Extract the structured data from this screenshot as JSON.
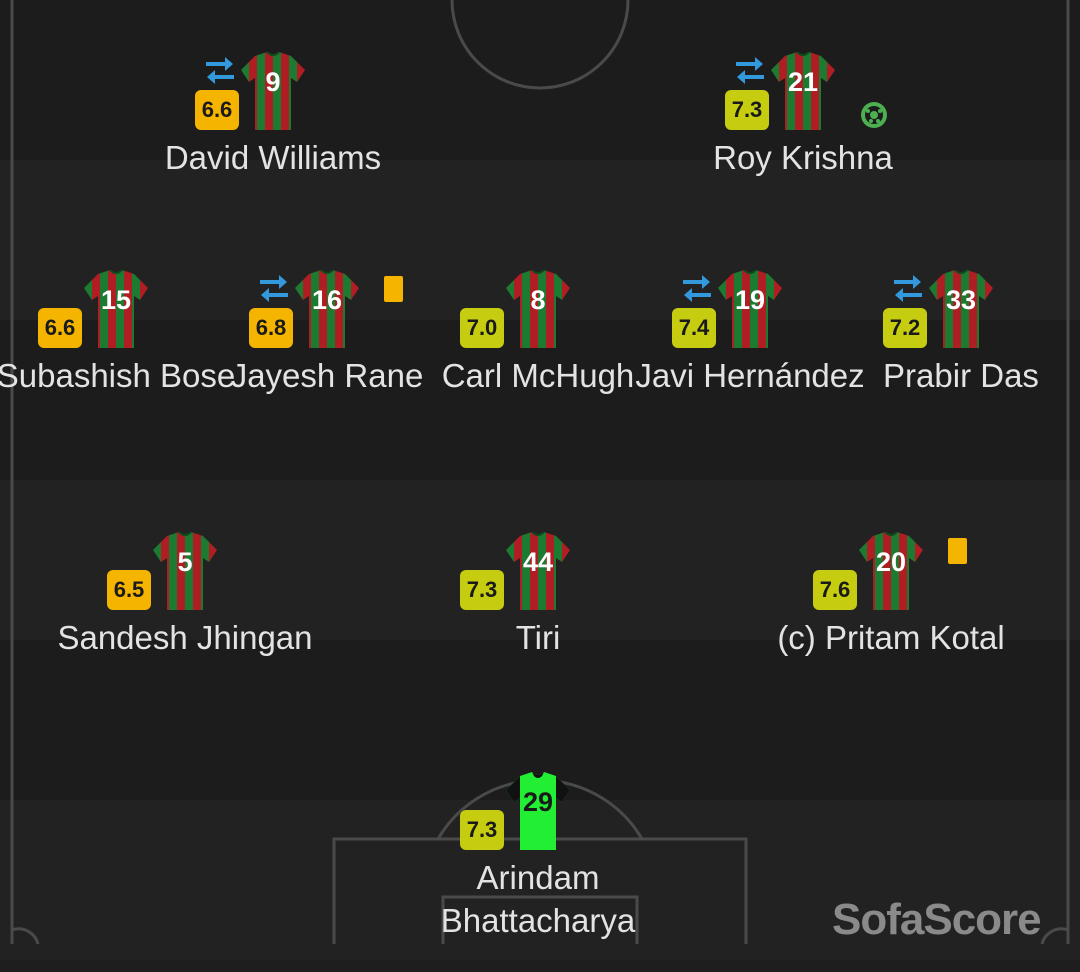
{
  "colors": {
    "rating_green": "#c6cc10",
    "rating_yellow": "#f5b400",
    "shirt_green": "#1d7a31",
    "shirt_red": "#b01e24",
    "gk_green": "#22ee33",
    "sub_icon": "#3399dd",
    "goal_icon": "#4caf50",
    "yellow_card": "#f5b400"
  },
  "players": [
    {
      "name": "David Williams",
      "number": "9",
      "rating": "6.6",
      "rating_color": "yellow",
      "substituted": true,
      "yellow_card": false,
      "goal": false
    },
    {
      "name": "Roy Krishna",
      "number": "21",
      "rating": "7.3",
      "rating_color": "green",
      "substituted": true,
      "yellow_card": false,
      "goal": true
    },
    {
      "name": "Subashish Bose",
      "number": "15",
      "rating": "6.6",
      "rating_color": "yellow",
      "substituted": false,
      "yellow_card": false,
      "goal": false
    },
    {
      "name": "Jayesh Rane",
      "number": "16",
      "rating": "6.8",
      "rating_color": "yellow",
      "substituted": true,
      "yellow_card": true,
      "goal": false
    },
    {
      "name": "Carl McHugh",
      "number": "8",
      "rating": "7.0",
      "rating_color": "green",
      "substituted": false,
      "yellow_card": false,
      "goal": false
    },
    {
      "name": "Javi Hernández",
      "number": "19",
      "rating": "7.4",
      "rating_color": "green",
      "substituted": true,
      "yellow_card": false,
      "goal": false
    },
    {
      "name": "Prabir Das",
      "number": "33",
      "rating": "7.2",
      "rating_color": "green",
      "substituted": true,
      "yellow_card": false,
      "goal": false
    },
    {
      "name": "Sandesh Jhingan",
      "number": "5",
      "rating": "6.5",
      "rating_color": "yellow",
      "substituted": false,
      "yellow_card": false,
      "goal": false
    },
    {
      "name": "Tiri",
      "number": "44",
      "rating": "7.3",
      "rating_color": "green",
      "substituted": false,
      "yellow_card": false,
      "goal": false
    },
    {
      "name": "(c) Pritam Kotal",
      "number": "20",
      "rating": "7.6",
      "rating_color": "green",
      "substituted": false,
      "yellow_card": true,
      "goal": false
    },
    {
      "name": "Arindam Bhattacharya",
      "number": "29",
      "rating": "7.3",
      "rating_color": "green",
      "substituted": false,
      "yellow_card": false,
      "goal": false,
      "goalkeeper": true
    }
  ],
  "watermark": "SofaScore"
}
